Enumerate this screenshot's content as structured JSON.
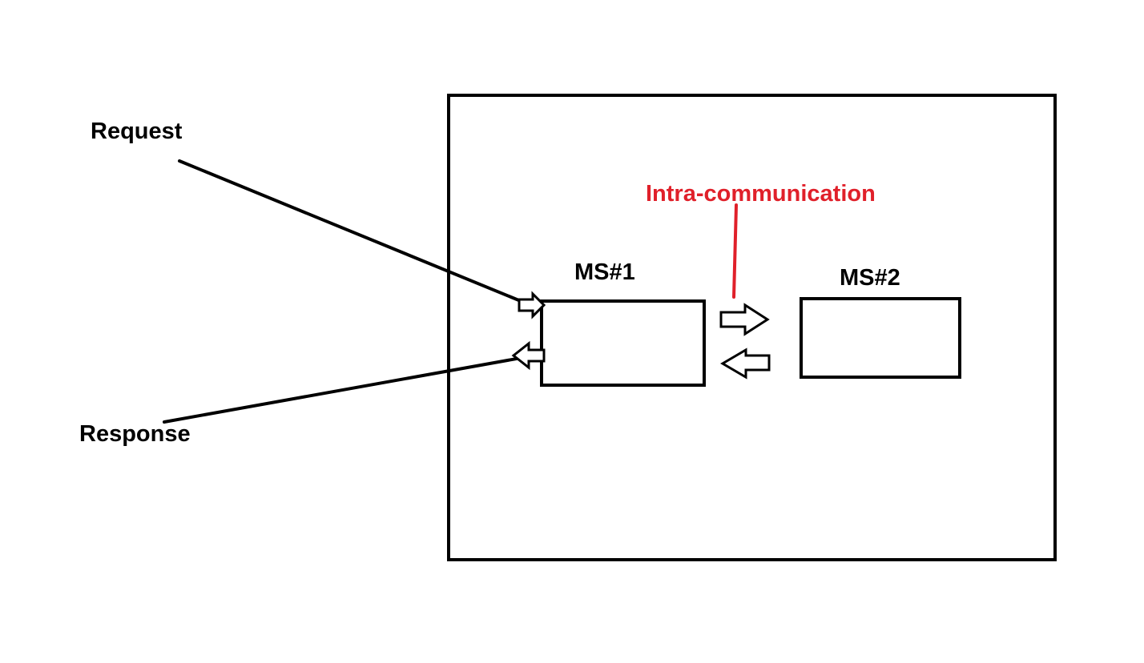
{
  "labels": {
    "request": "Request",
    "response": "Response",
    "ms1": "MS#1",
    "ms2": "MS#2",
    "intra": "Intra-communication"
  },
  "colors": {
    "ink": "#000000",
    "accent": "#e0202a",
    "background": "#ffffff"
  }
}
